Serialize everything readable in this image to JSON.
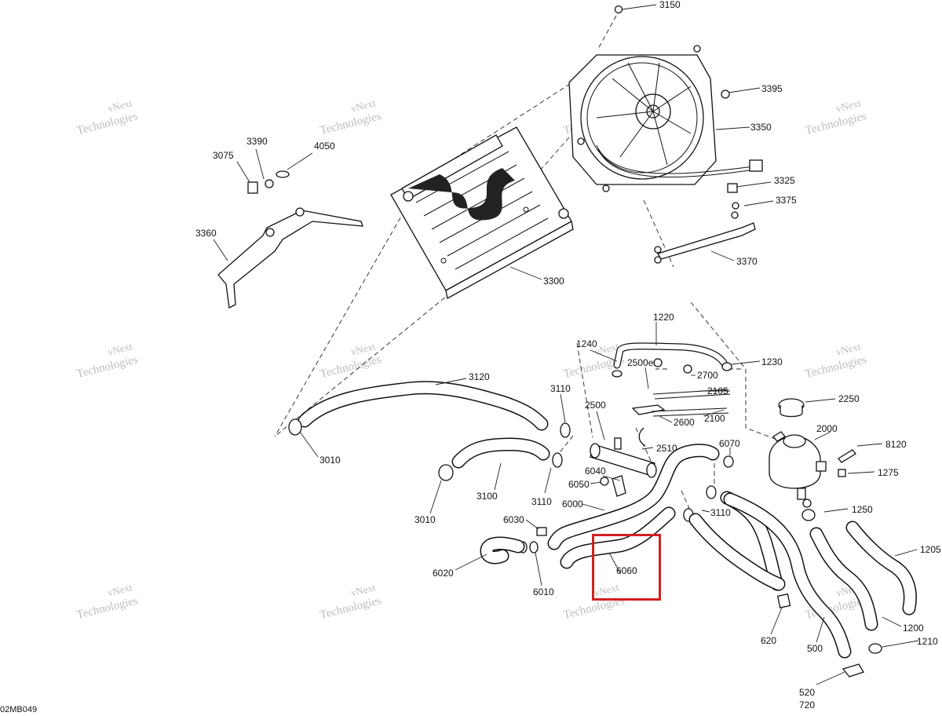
{
  "diagram": {
    "figure_code": "02MB049",
    "watermark_line1": "vNext",
    "watermark_line2": "Technologies",
    "highlight_color": "#d32020",
    "callouts": {
      "c3150": "3150",
      "c3395": "3395",
      "c3350": "3350",
      "c3325": "3325",
      "c3375": "3375",
      "c3370": "3370",
      "c3300": "3300",
      "c3390": "3390",
      "c4050": "4050",
      "c3075": "3075",
      "c3360": "3360",
      "c1220": "1220",
      "c1240": "1240",
      "c2500e": "2500e",
      "c2700": "2700",
      "c1230": "1230",
      "c2105": "2105",
      "c2250": "2250",
      "c2100": "2100",
      "c2600": "2600",
      "c2000": "2000",
      "c8120": "8120",
      "c1275": "1275",
      "c2500": "2500",
      "c2510": "2510",
      "c6070": "6070",
      "c3120": "3120",
      "c3110a": "3110",
      "c3010a": "3010",
      "c3100": "3100",
      "c3110b": "3110",
      "c3010b": "3010",
      "c6040": "6040",
      "c6050": "6050",
      "c6000": "6000",
      "c3110c": "3110",
      "c1250": "1250",
      "c1205": "1205",
      "c6030": "6030",
      "c6020": "6020",
      "c6010": "6010",
      "c6060": "6060",
      "c620": "620",
      "c500": "500",
      "c1200": "1200",
      "c1210": "1210",
      "c520": "520",
      "c720": "720"
    }
  }
}
